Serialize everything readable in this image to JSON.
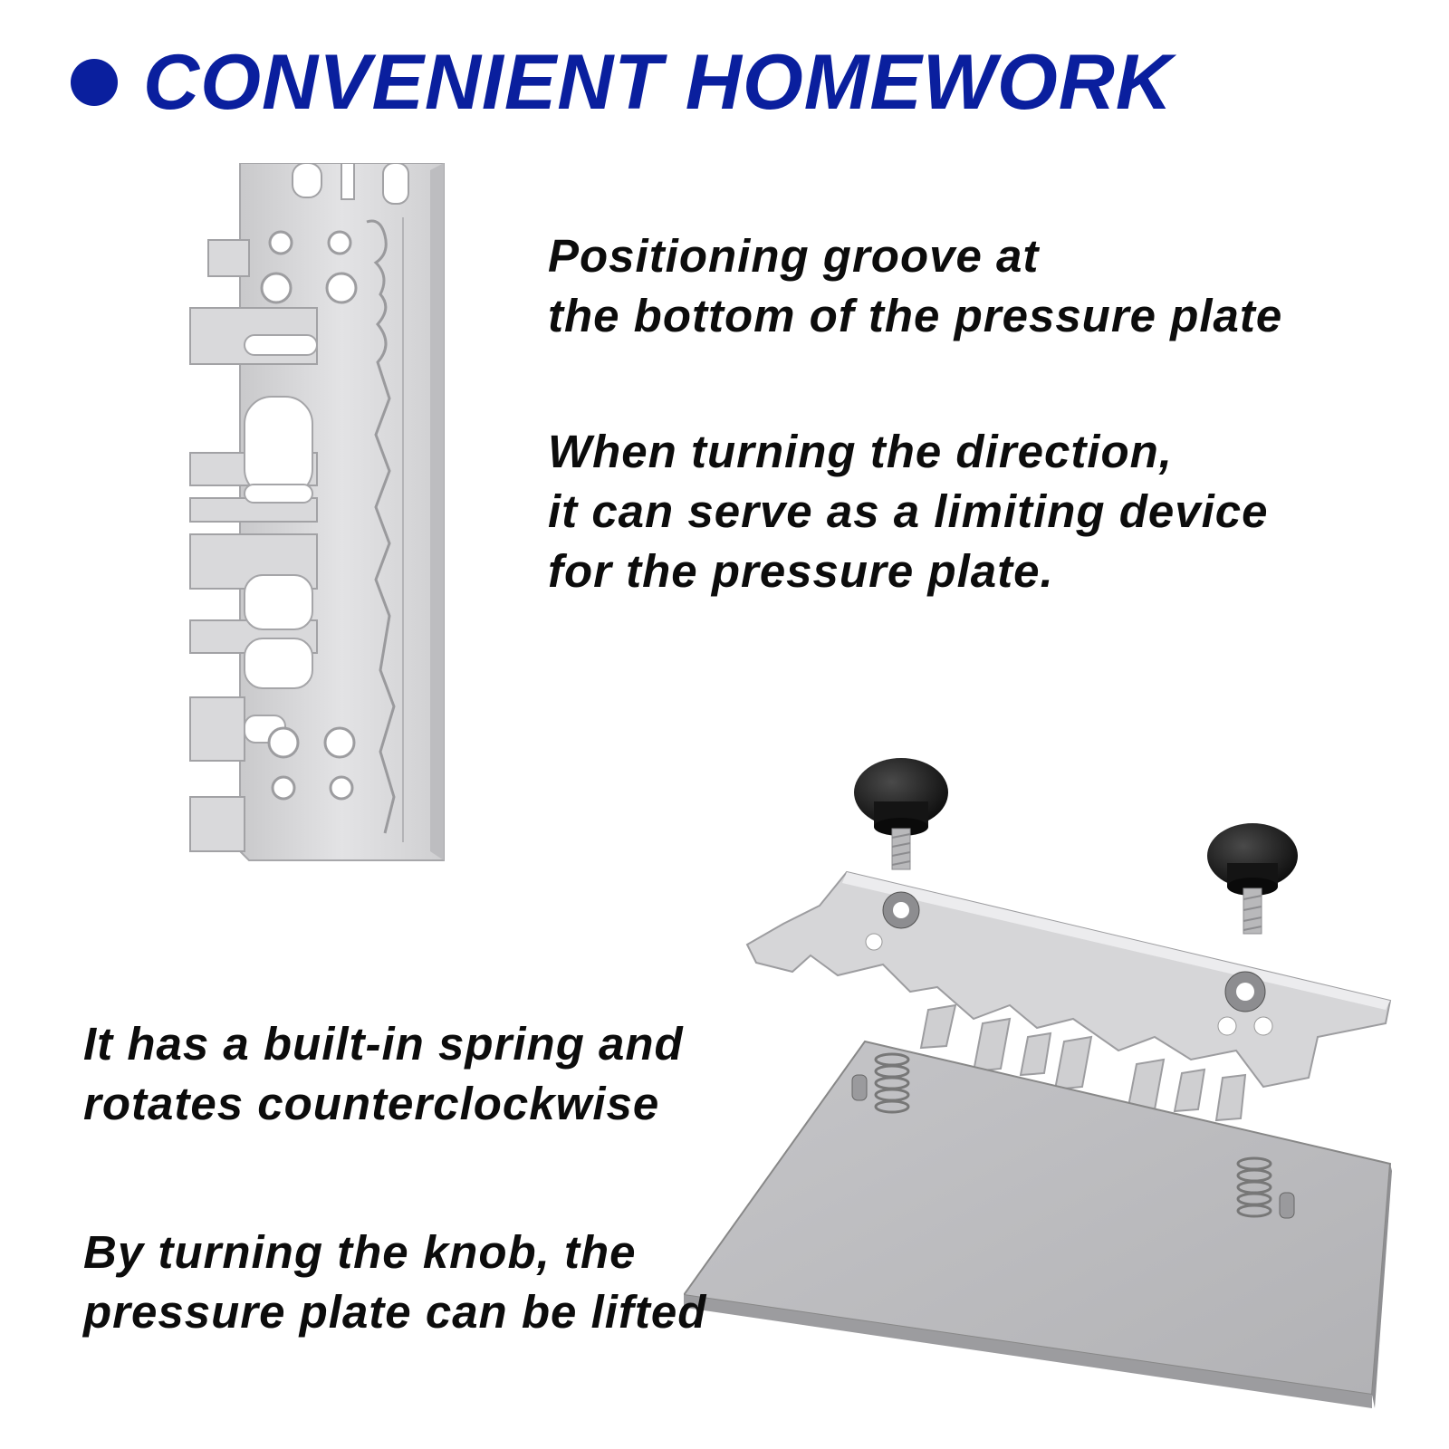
{
  "header": {
    "title": "CONVENIENT HOMEWORK",
    "bullet_color": "#0a1f9e"
  },
  "features": {
    "groove": [
      "Positioning groove at",
      "the bottom of the pressure plate"
    ],
    "limit": [
      "When turning the direction,",
      "it can serve as a limiting device",
      "for the pressure plate."
    ],
    "spring": [
      "It has a built-in spring and",
      "rotates counterclockwise"
    ],
    "knob": [
      "By turning the knob, the",
      "pressure plate can be lifted"
    ]
  },
  "colors": {
    "text": "#0c0c0c",
    "metal": "#d4d4d6",
    "knob": "#111111"
  },
  "illustrations": {
    "top": "pressure-plate-underside-image",
    "bottom": "exploded-assembly-image"
  }
}
